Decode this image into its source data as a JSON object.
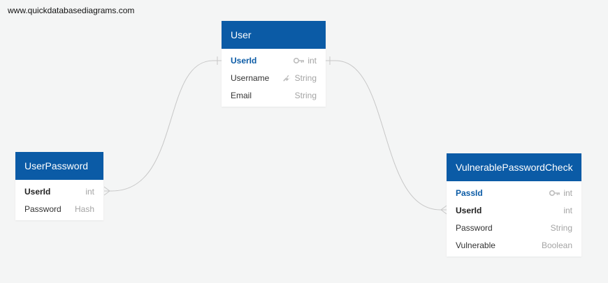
{
  "watermark": "www.quickdatabasediagrams.com",
  "tables": {
    "user": {
      "title": "User",
      "fields": [
        {
          "name": "UserId",
          "type": "int",
          "key": "pk",
          "icon": "key-icon"
        },
        {
          "name": "Username",
          "type": "String",
          "key": "",
          "icon": "wrench-icon"
        },
        {
          "name": "Email",
          "type": "String",
          "key": "",
          "icon": ""
        }
      ]
    },
    "user_password": {
      "title": "UserPassword",
      "fields": [
        {
          "name": "UserId",
          "type": "int",
          "key": "fk",
          "icon": ""
        },
        {
          "name": "Password",
          "type": "Hash",
          "key": "",
          "icon": ""
        }
      ]
    },
    "vulnerable_password_check": {
      "title": "VulnerablePasswordCheck",
      "fields": [
        {
          "name": "PassId",
          "type": "int",
          "key": "pk",
          "icon": "key-icon"
        },
        {
          "name": "UserId",
          "type": "int",
          "key": "fk",
          "icon": ""
        },
        {
          "name": "Password",
          "type": "String",
          "key": "",
          "icon": ""
        },
        {
          "name": "Vulnerable",
          "type": "Boolean",
          "key": "",
          "icon": ""
        }
      ]
    }
  },
  "relationships": [
    {
      "from": "User.UserId",
      "to": "UserPassword.UserId",
      "from_cardinality": "one",
      "to_cardinality": "many"
    },
    {
      "from": "User.UserId",
      "to": "VulnerablePasswordCheck.UserId",
      "from_cardinality": "one",
      "to_cardinality": "many"
    }
  ],
  "colors": {
    "header": "#0b5ba6",
    "header_text": "#ffffff",
    "primary_key": "#0b5ba6",
    "type_text": "#a4a4a4",
    "connector": "#c7c7c7",
    "background": "#f4f5f5"
  }
}
